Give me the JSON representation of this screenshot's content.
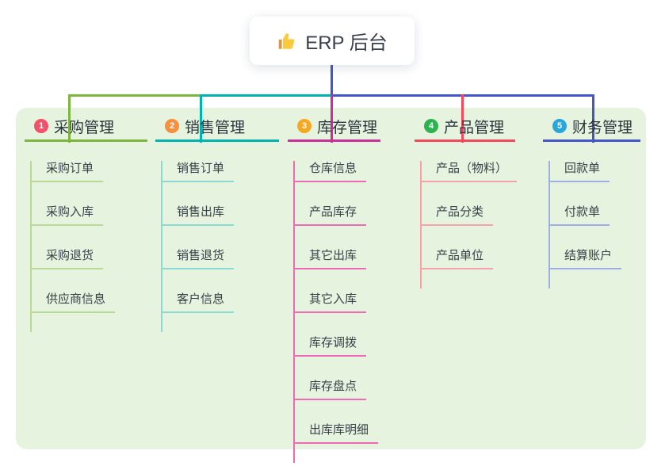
{
  "root": {
    "title": "ERP 后台",
    "icon": "thumbs-up-icon",
    "line_color": "#4356cc"
  },
  "panel_bg": "#e6f4df",
  "branches": [
    {
      "badge": "1",
      "label": "采购管理",
      "badge_color": "#f2506b",
      "color": "#7cb63e",
      "light": "#b7db97",
      "children": [
        "采购订单",
        "采购入库",
        "采购退货",
        "供应商信息"
      ]
    },
    {
      "badge": "2",
      "label": "销售管理",
      "badge_color": "#f68f40",
      "color": "#00b3af",
      "light": "#8bd9d3",
      "children": [
        "销售订单",
        "销售出库",
        "销售退货",
        "客户信息"
      ]
    },
    {
      "badge": "3",
      "label": "库存管理",
      "badge_color": "#f7a823",
      "color": "#cb2f9e",
      "light": "#ee6ab4",
      "children": [
        "仓库信息",
        "产品库存",
        "其它出库",
        "其它入库",
        "库存调拨",
        "库存盘点",
        "出库库明细"
      ]
    },
    {
      "badge": "4",
      "label": "产品管理",
      "badge_color": "#2eb150",
      "color": "#f4495c",
      "light": "#f9a0a9",
      "children": [
        "产品（物料）",
        "产品分类",
        "产品单位"
      ]
    },
    {
      "badge": "5",
      "label": "财务管理",
      "badge_color": "#29a6db",
      "color": "#4356cc",
      "light": "#9fafe6",
      "children": [
        "回款单",
        "付款单",
        "结算账户"
      ]
    }
  ]
}
